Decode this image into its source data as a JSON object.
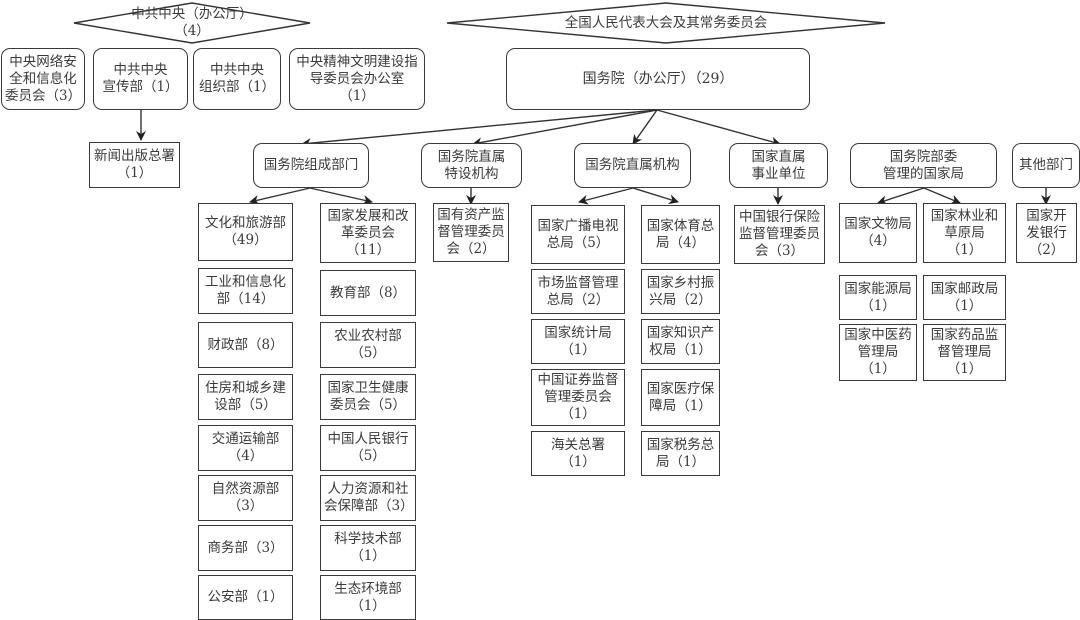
{
  "top": {
    "party_center": "中共中央（办公厅）\n（4）",
    "npc": "全国人民代表大会及其常务委员会",
    "state_council": "国务院（办公厅）（29）"
  },
  "party_departments": [
    "中央网络安\n全和信息化\n委员会（3）",
    "中共中央\n宣传部（1）",
    "中共中央\n组织部（1）",
    "中央精神文明建设指\n导委员会办公室\n（1）"
  ],
  "propaganda_child": "新闻出版总署\n（1）",
  "categories": [
    "国务院组成部门",
    "国务院直属\n特设机构",
    "国务院直属机构",
    "国家直属\n事业单位",
    "国务院部委\n管理的国家局",
    "其他部门"
  ],
  "constituent_left": [
    "文化和旅游部\n（49）",
    "工业和信息化\n部（14）",
    "财政部（8）",
    "住房和城乡建\n设部（5）",
    "交通运输部\n（4）",
    "自然资源部\n（3）",
    "商务部（3）",
    "公安部（1）"
  ],
  "constituent_right": [
    "国家发展和改\n革委员会\n（11）",
    "教育部（8）",
    "农业农村部\n（5）",
    "国家卫生健康\n委员会（5）",
    "中国人民银行\n（5）",
    "人力资源和社\n会保障部（3）",
    "科学技术部\n（1）",
    "生态环境部\n（1）"
  ],
  "special": [
    "国有资产监\n督管理委员\n会（2）"
  ],
  "direct_left": [
    "国家广播电视\n总局（5）",
    "市场监督管理\n总局（2）",
    "国家统计局\n（1）",
    "中国证券监督\n管理委员会\n（1）",
    "海关总署\n（1）"
  ],
  "direct_right": [
    "国家体育总\n局（4）",
    "国家乡村振\n兴局（2）",
    "国家知识产\n权局（1）",
    "国家医疗保\n障局（1）",
    "国家税务总\n局（1）"
  ],
  "institution": [
    "中国银行保险\n监督管理委员\n会（3）"
  ],
  "bureaus_left": [
    "国家文物局\n（4）",
    "国家能源局\n（1）",
    "国家中医药\n管理局\n（1）"
  ],
  "bureaus_right": [
    "国家林业和\n草原局\n（1）",
    "国家邮政局\n（1）",
    "国家药品监\n督管理局\n（1）"
  ],
  "other": [
    "国家开\n发银行\n（2）"
  ]
}
